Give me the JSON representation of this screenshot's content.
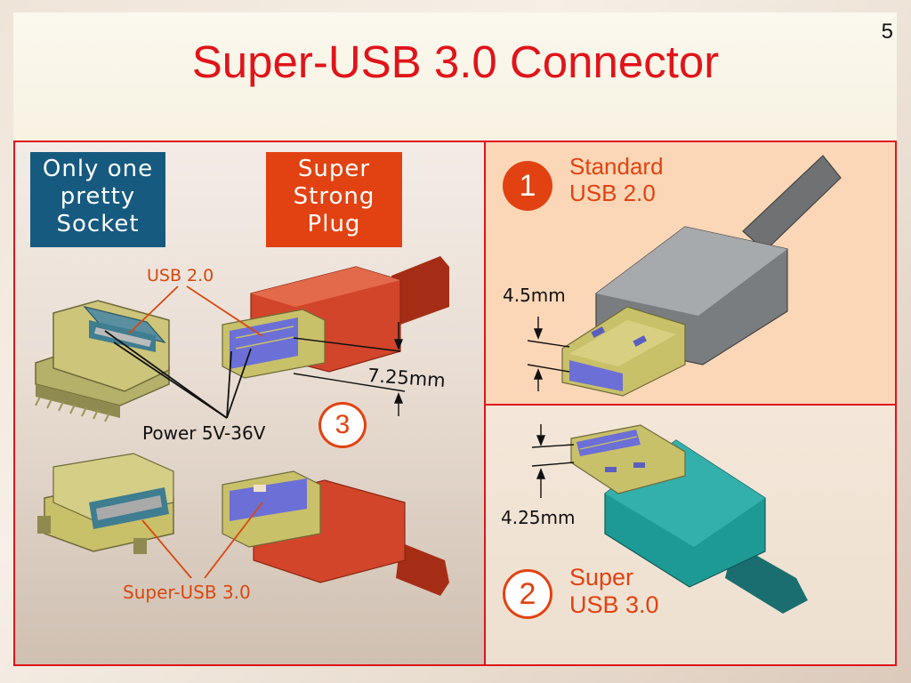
{
  "slide": {
    "title": "Super-USB 3.0 Connector",
    "page_number": "5"
  },
  "left_panel": {
    "socket_tag": [
      "Only one",
      "pretty",
      "Socket"
    ],
    "plug_tag": [
      "Super",
      "Strong",
      "Plug"
    ],
    "usb20_label": "USB 2.0",
    "power_label": "Power 5V-36V",
    "super_usb_label": "Super-USB 3.0",
    "dimension": "7.25mm",
    "badge_number": "3"
  },
  "top_right_panel": {
    "badge_number": "1",
    "heading": [
      "Standard",
      "USB 2.0"
    ],
    "dimension": "4.5mm",
    "plug_color": "#7a7d80"
  },
  "bottom_right_panel": {
    "badge_number": "2",
    "heading": [
      "Super",
      "USB 3.0"
    ],
    "dimension": "4.25mm",
    "plug_color": "#1e9a96"
  },
  "colors": {
    "accent_red": "#e0141a",
    "tag_blue": "#165a80",
    "tag_orange": "#e24211",
    "label_orange": "#d9480f",
    "plug_red": "#c93d1e",
    "connector_gold": "#c9c06a",
    "contact_blue": "#6c6fd6"
  }
}
